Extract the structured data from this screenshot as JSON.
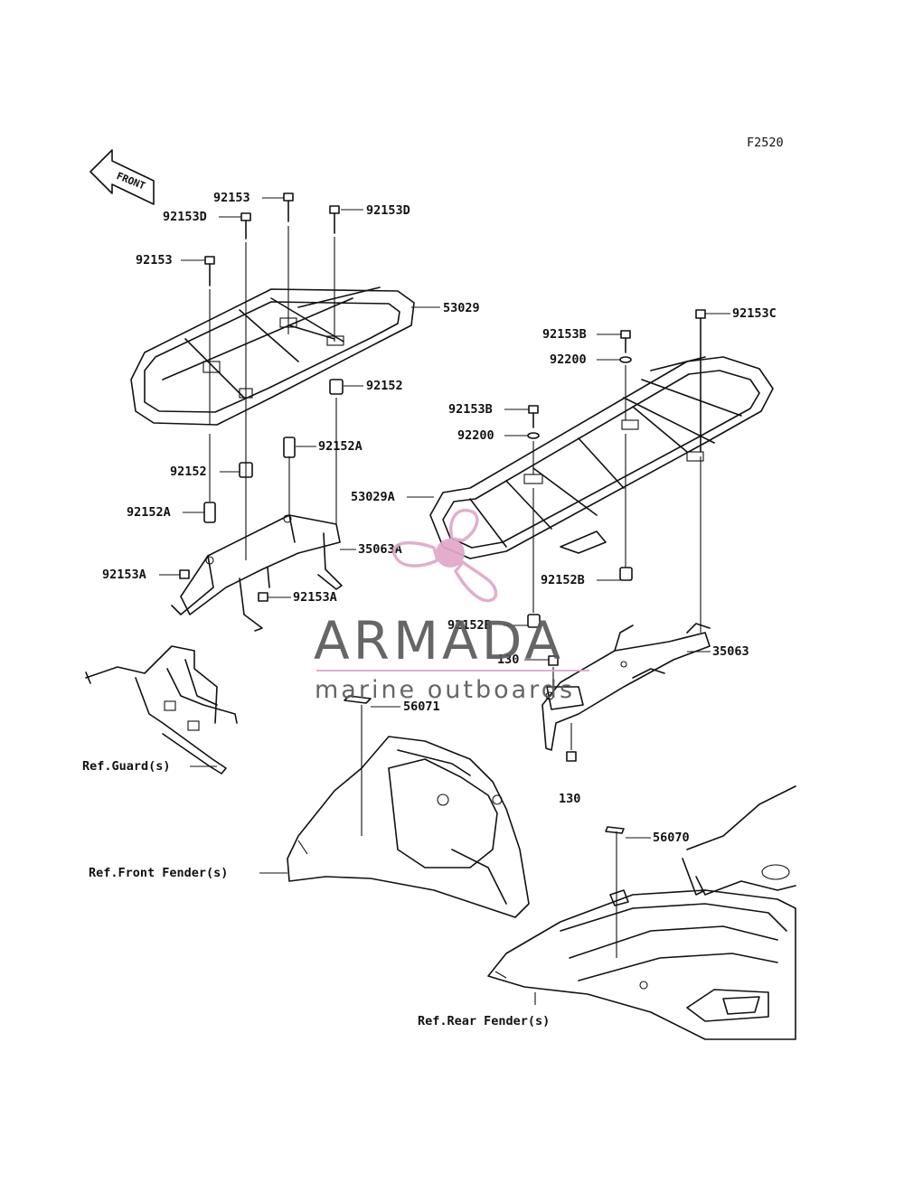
{
  "figure_code": "F2520",
  "front_arrow": {
    "text": "FRONT"
  },
  "part_labels": [
    {
      "id": "p1",
      "text": "92153"
    },
    {
      "id": "p2",
      "text": "92153D"
    },
    {
      "id": "p3",
      "text": "92153D"
    },
    {
      "id": "p4",
      "text": "92153"
    },
    {
      "id": "p5",
      "text": "53029"
    },
    {
      "id": "p6",
      "text": "92152"
    },
    {
      "id": "p7",
      "text": "92152A"
    },
    {
      "id": "p8",
      "text": "92152"
    },
    {
      "id": "p9",
      "text": "92152A"
    },
    {
      "id": "p10",
      "text": "35063A"
    },
    {
      "id": "p11",
      "text": "92153A"
    },
    {
      "id": "p12",
      "text": "92153A"
    },
    {
      "id": "p13",
      "text": "92153C"
    },
    {
      "id": "p14",
      "text": "92153B"
    },
    {
      "id": "p15",
      "text": "92200"
    },
    {
      "id": "p16",
      "text": "92153B"
    },
    {
      "id": "p17",
      "text": "92200"
    },
    {
      "id": "p18",
      "text": "53029A"
    },
    {
      "id": "p19",
      "text": "92152B"
    },
    {
      "id": "p20",
      "text": "92152B"
    },
    {
      "id": "p21",
      "text": "130"
    },
    {
      "id": "p22",
      "text": "35063"
    },
    {
      "id": "p23",
      "text": "130"
    },
    {
      "id": "p24",
      "text": "56071"
    },
    {
      "id": "p25",
      "text": "56070"
    }
  ],
  "reference_labels": [
    {
      "id": "r1",
      "text": "Ref.Guard(s)"
    },
    {
      "id": "r2",
      "text": "Ref.Front Fender(s)"
    },
    {
      "id": "r3",
      "text": "Ref.Rear Fender(s)"
    }
  ],
  "watermark": {
    "brand": "ARMADA",
    "tagline": "marine outboards",
    "logo_color": "#e0a8c8",
    "text_color": "#5a5a5a"
  }
}
